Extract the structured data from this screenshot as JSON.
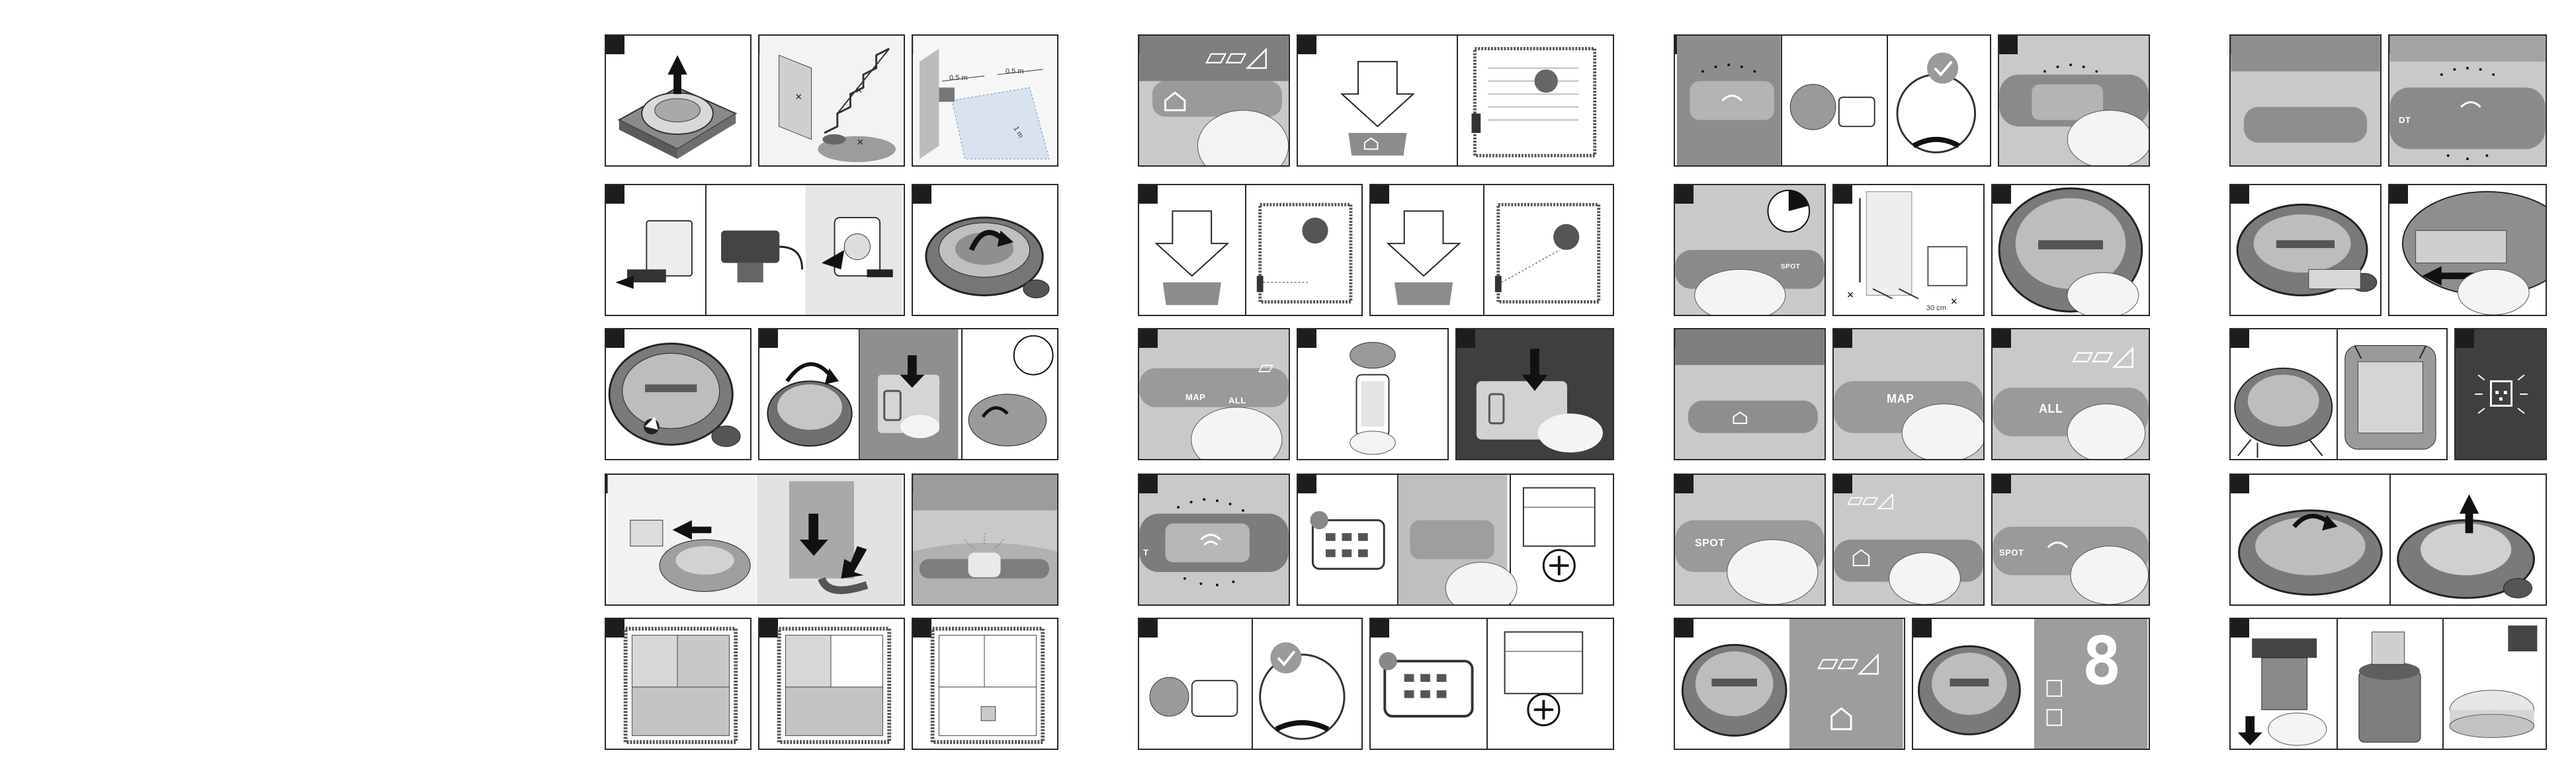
{
  "button_labels": {
    "map": "MAP",
    "all": "ALL",
    "spot": "SPOT",
    "dt": "DT",
    "t": "T"
  },
  "dimensions": {
    "left": "0.5 m",
    "right": "0.5 m",
    "depth": "1 m"
  },
  "display": {
    "digit": "8"
  },
  "distance": {
    "label": "30 cm"
  },
  "colors": {
    "panel_border": "#2a2a2a",
    "step_marker": "#1d1d1d",
    "grey_panel": "#c9c9c9",
    "dark_panel": "#3e3f41"
  }
}
